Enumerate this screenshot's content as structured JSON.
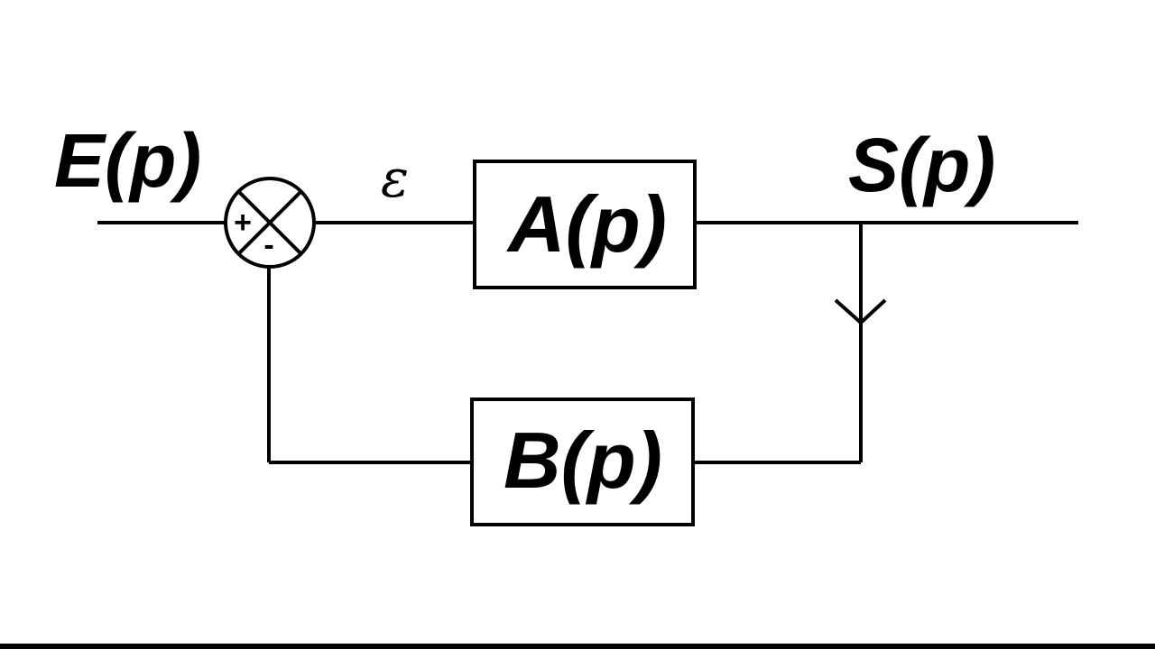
{
  "labels": {
    "input": "E(p)",
    "error": "ε",
    "output": "S(p)"
  },
  "blocks": {
    "forward": "A(p)",
    "feedback": "B(p)"
  },
  "summing_junction": {
    "plus_sign": "+",
    "minus_sign": "-"
  },
  "colors": {
    "stroke": "#000000",
    "background": "#ffffff"
  }
}
